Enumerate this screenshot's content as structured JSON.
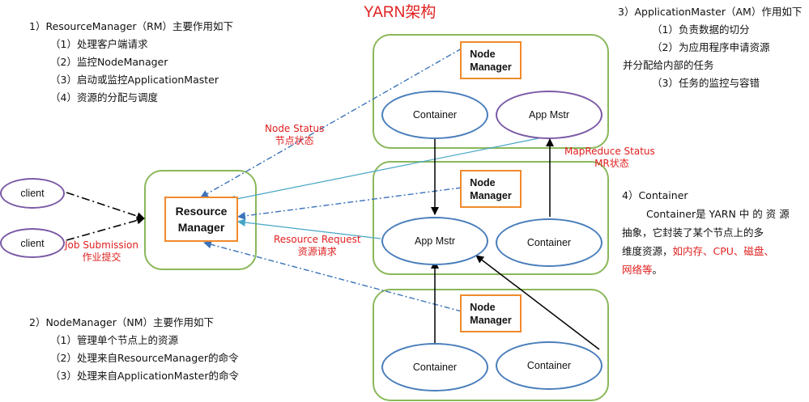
{
  "title": "YARN架构",
  "rm_section": {
    "heading": "1）ResourceManager（RM）主要作用如下",
    "items": [
      "（1）处理客户端请求",
      "（2）监控NodeManager",
      "（3）启动或监控ApplicationMaster",
      "（4）资源的分配与调度"
    ]
  },
  "nm_section": {
    "heading": "2）NodeManager（NM）主要作用如下",
    "items": [
      "（1）管理单个节点上的资源",
      "（2）处理来自ResourceManager的命令",
      "（3）处理来自ApplicationMaster的命令"
    ]
  },
  "am_section": {
    "heading": "3）ApplicationMaster（AM）作用如下",
    "item1": "（1）负责数据的切分",
    "item2": "（2）为应用程序申请资源",
    "item2_cont": "并分配给内部的任务",
    "item3": "（3）任务的监控与容错"
  },
  "container_section": {
    "heading": "4）Container",
    "line1": "Container是 YARN 中 的 资 源",
    "line2": "抽象，它封装了某个节点上的多",
    "line3_black": "维度资源，",
    "line3_red": "如内存、CPU、磁盘、",
    "line4_red": "网络等",
    "line4_black": "。"
  },
  "diagram": {
    "client1": "client",
    "client2": "client",
    "resource_manager": [
      "Resource",
      "Manager"
    ],
    "node_manager": [
      "Node",
      "Manager"
    ],
    "container": "Container",
    "app_mstr": "App Mstr",
    "app_mstr_middle": "App Mstr",
    "labels": {
      "node_status_en": "Node Status",
      "node_status_cn": "节点状态",
      "mr_status_en": "MapReduce Status",
      "mr_status_cn": "MR状态",
      "job_submission_en": "Job Submission",
      "job_submission_cn": "作业提交",
      "resource_request_en": "Resource Request",
      "resource_request_cn": "资源请求"
    }
  },
  "colors": {
    "node_border": "#8ab85a",
    "manager_border": "#f08a2c",
    "container_border": "#4a7ebb",
    "appmstr_border": "#7b5aa6",
    "red_text": "#e02020"
  }
}
